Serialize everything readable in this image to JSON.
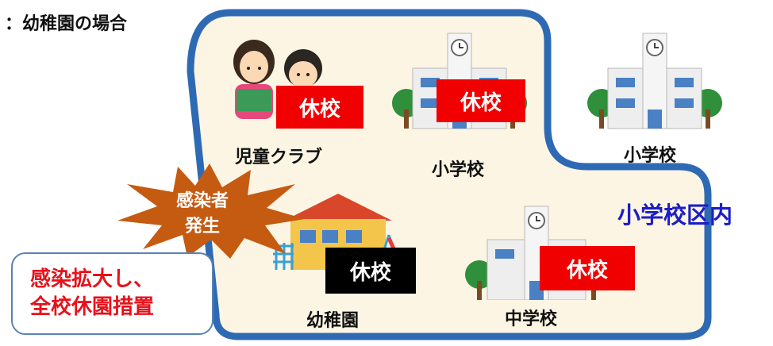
{
  "heading": "：幼稚園の場合",
  "district_label": "小学校区内",
  "facilities": {
    "childclub": {
      "label": "児童クラブ",
      "status": "休校"
    },
    "school_a": {
      "label": "小学校",
      "status": "休校"
    },
    "school_b": {
      "label": "小学校"
    },
    "kindergarten": {
      "label": "幼稚園",
      "status": "休校"
    },
    "juniorhigh": {
      "label": "中学校",
      "status": "休校"
    }
  },
  "burst": {
    "line1": "感染者",
    "line2": "発生"
  },
  "callout": {
    "line1": "感染拡大し、",
    "line2": "全校休園措置"
  },
  "colors": {
    "district_border": "#2e6ab4",
    "district_fill": "#fcf5e3",
    "closed_red": "#f00000",
    "closed_black": "#000000",
    "burst": "#c55a11",
    "district_text": "#1c1ec8",
    "callout_text": "#e6121b"
  }
}
